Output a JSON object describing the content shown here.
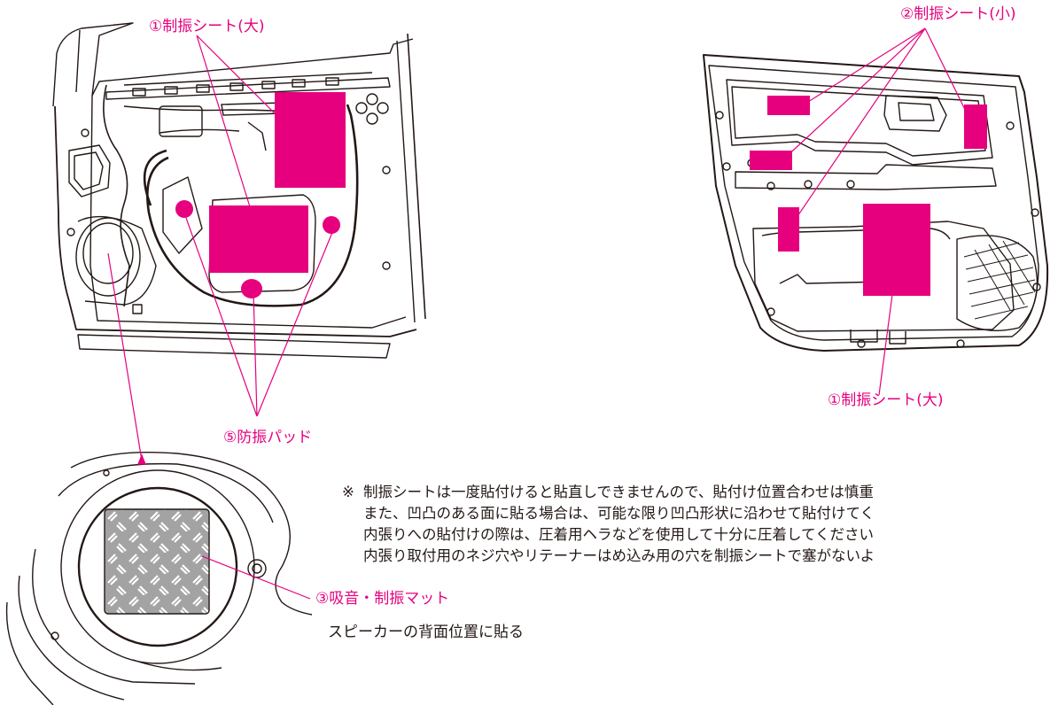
{
  "colors": {
    "accent": "#e6007e",
    "line": "#231815",
    "mat_fill": "#9a9a9a"
  },
  "callouts": {
    "sheet_large_top": "①制振シート(大)",
    "sheet_small": "②制振シート(小)",
    "sheet_large_right": "①制振シート(大)",
    "pads": "⑤防振パッド",
    "mat": "③吸音・制振マット"
  },
  "mat_instruction": "スピーカーの背面位置に貼る",
  "note": {
    "mark": "※",
    "lines": [
      "制振シートは一度貼付けると貼直しできませんので、貼付け位置合わせは慎重",
      "また、凹凸のある面に貼る場合は、可能な限り凹凸形状に沿わせて貼付けてく",
      "内張りへの貼付けの際は、圧着用ヘラなどを使用して十分に圧着してください",
      "内張り取付用のネジ穴やリテーナーはめ込み用の穴を制振シートで塞がないよ"
    ]
  },
  "icons": [
    "door-panel-illustration",
    "door-trim-illustration",
    "speaker-closeup-illustration"
  ]
}
